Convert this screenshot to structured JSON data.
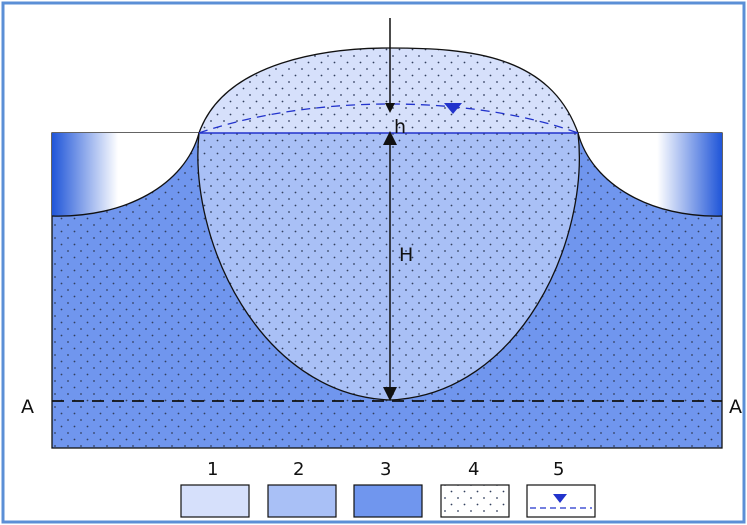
{
  "labels": {
    "h": "h",
    "H": "H",
    "a_left": "A",
    "a_right": "A"
  },
  "legend": [
    {
      "number": "1",
      "kind": "light-fill"
    },
    {
      "number": "2",
      "kind": "medium-fill"
    },
    {
      "number": "3",
      "kind": "dark-fill"
    },
    {
      "number": "4",
      "kind": "dotted-pattern"
    },
    {
      "number": "5",
      "kind": "water-table-symbol"
    }
  ],
  "colors": {
    "frame": "#5b8fd6",
    "light": "#d6e0fb",
    "medium": "#a9c0f6",
    "dark": "#7096ee",
    "water_table": "#2233cc",
    "outline": "#111111"
  },
  "icons": {
    "water_table_marker": "inverted-triangle-icon",
    "dimension_arrows": "double-arrow-icon"
  }
}
